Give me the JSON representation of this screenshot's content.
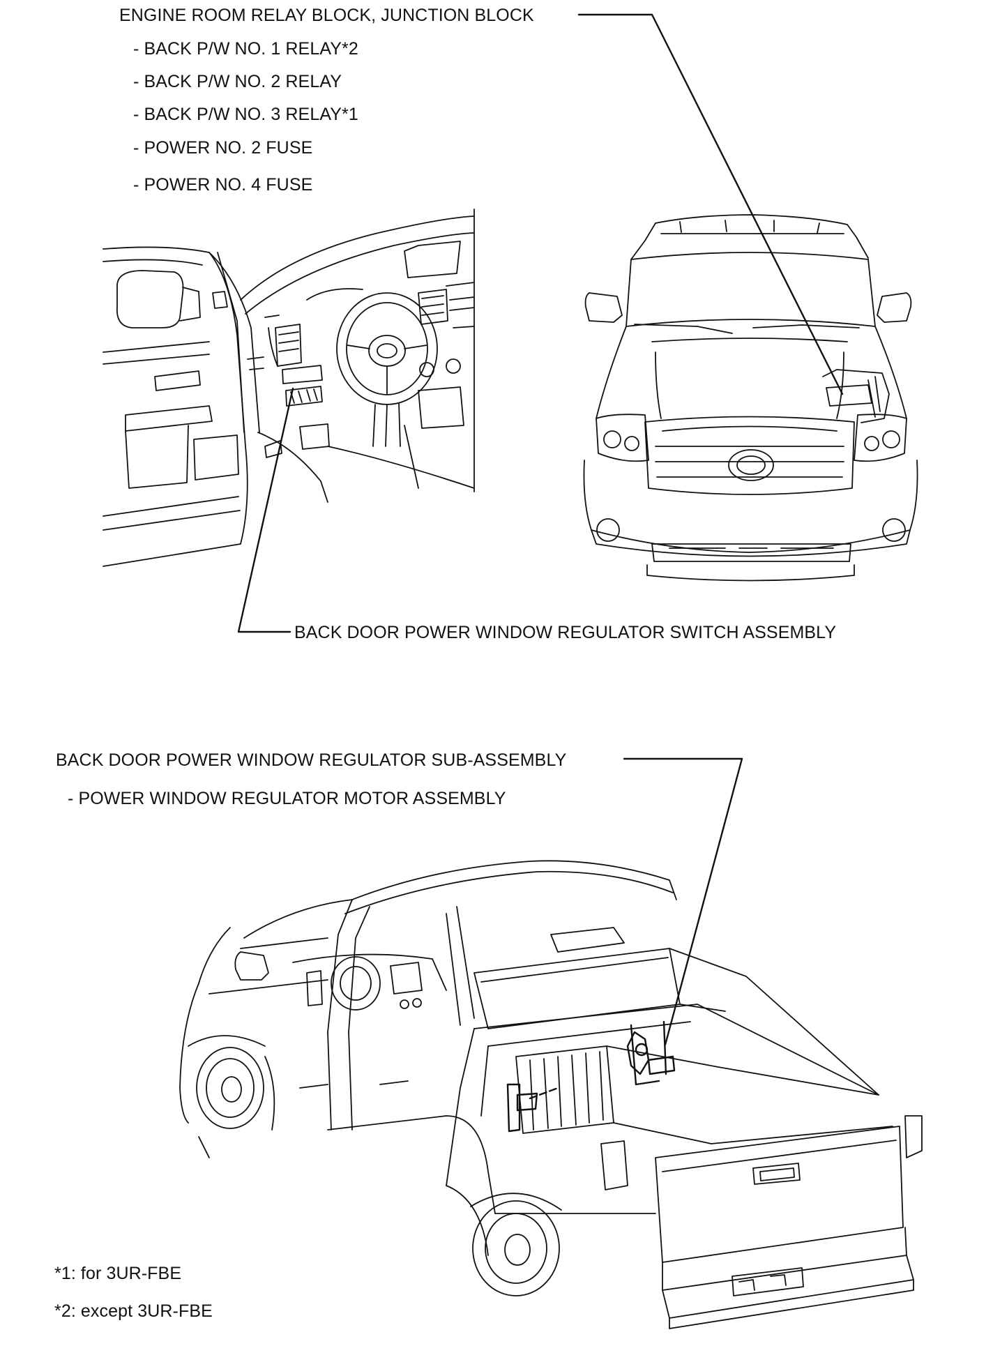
{
  "top": {
    "header": "ENGINE ROOM RELAY BLOCK, JUNCTION BLOCK",
    "items": [
      "- BACK P/W NO. 1 RELAY*2",
      "- BACK P/W NO. 2 RELAY",
      "- BACK P/W NO. 3 RELAY*1",
      "- POWER NO. 2 FUSE",
      "- POWER NO. 4 FUSE"
    ],
    "switch_label": "BACK DOOR POWER WINDOW REGULATOR SWITCH ASSEMBLY"
  },
  "bottom": {
    "header": "BACK DOOR POWER WINDOW REGULATOR SUB-ASSEMBLY",
    "item": "- POWER WINDOW REGULATOR MOTOR ASSEMBLY"
  },
  "notes": [
    "*1: for 3UR-FBE",
    "*2: except 3UR-FBE"
  ]
}
